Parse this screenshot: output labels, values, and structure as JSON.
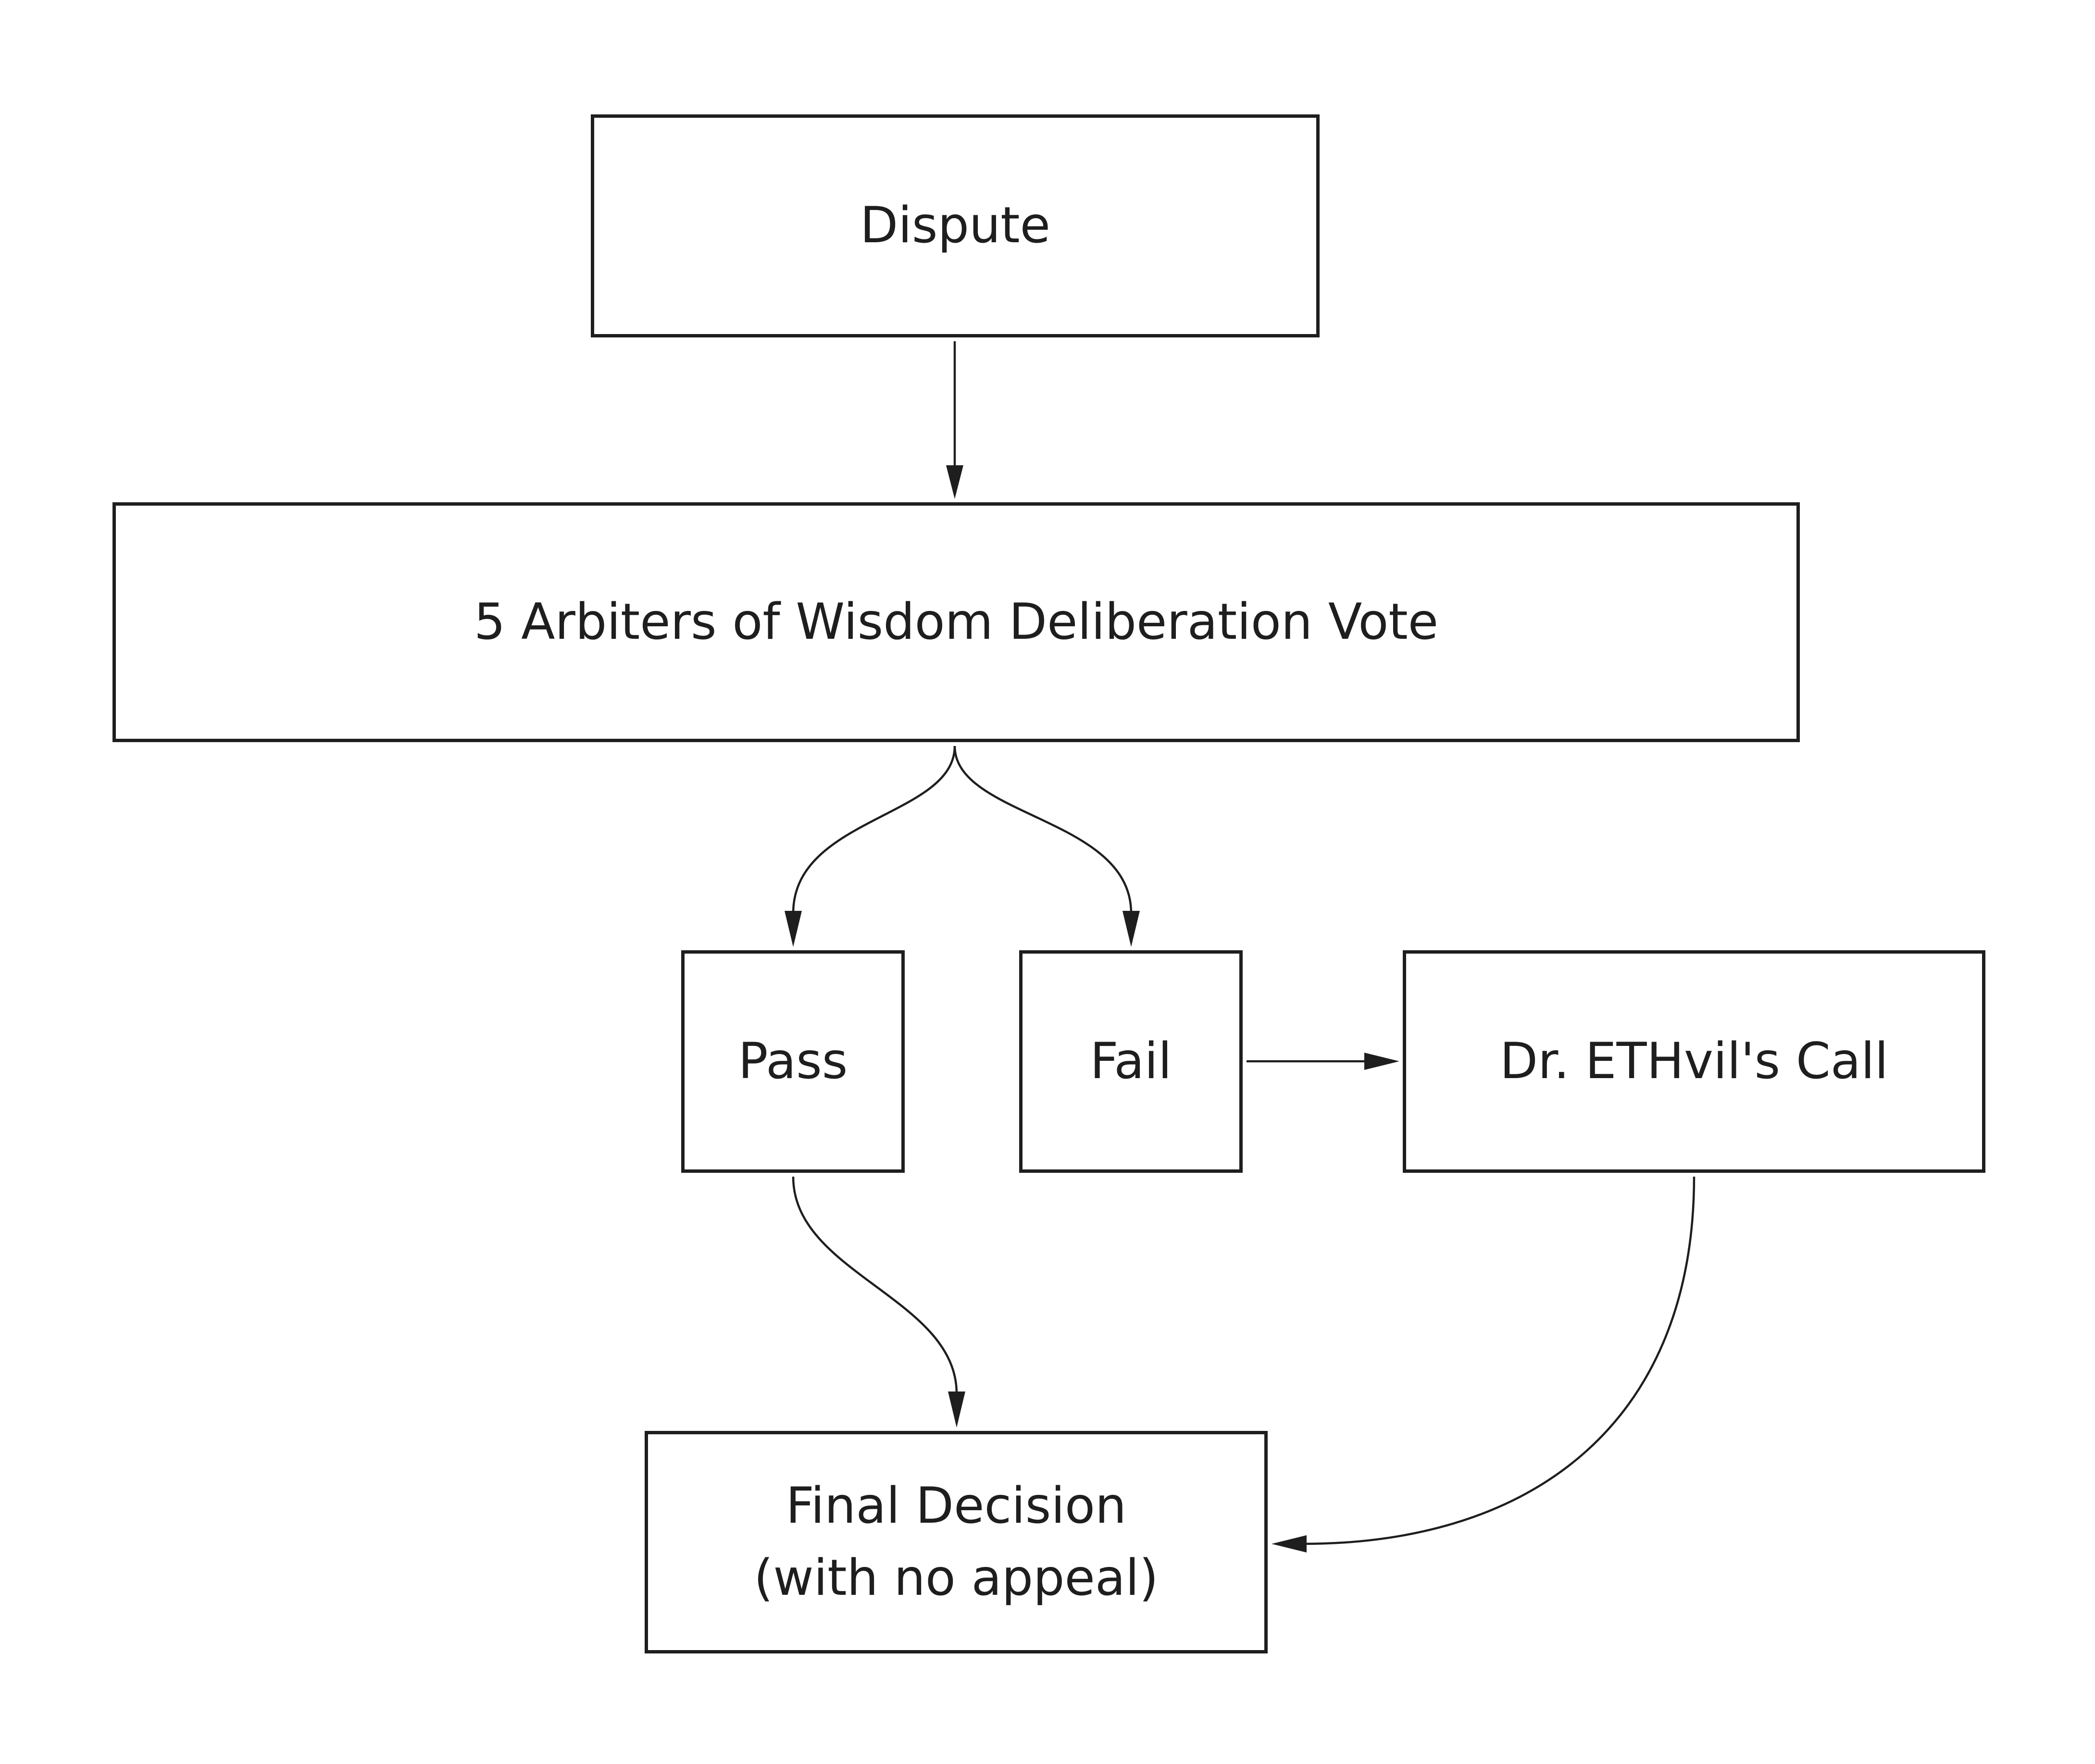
{
  "diagram": {
    "type": "flowchart",
    "nodes": {
      "dispute": {
        "label": "Dispute"
      },
      "vote": {
        "label": "5 Arbiters of Wisdom Deliberation Vote"
      },
      "pass": {
        "label": "Pass"
      },
      "fail": {
        "label": "Fail"
      },
      "call": {
        "label": "Dr. ETHvil's Call"
      },
      "final": {
        "line1": "Final Decision",
        "line2": "(with no appeal)"
      }
    },
    "edges": [
      {
        "from": "dispute",
        "to": "vote"
      },
      {
        "from": "vote",
        "to": "pass"
      },
      {
        "from": "vote",
        "to": "fail"
      },
      {
        "from": "fail",
        "to": "call"
      },
      {
        "from": "pass",
        "to": "final"
      },
      {
        "from": "call",
        "to": "final"
      }
    ],
    "colors": {
      "stroke": "#1e1e1e",
      "background": "#ffffff"
    }
  }
}
